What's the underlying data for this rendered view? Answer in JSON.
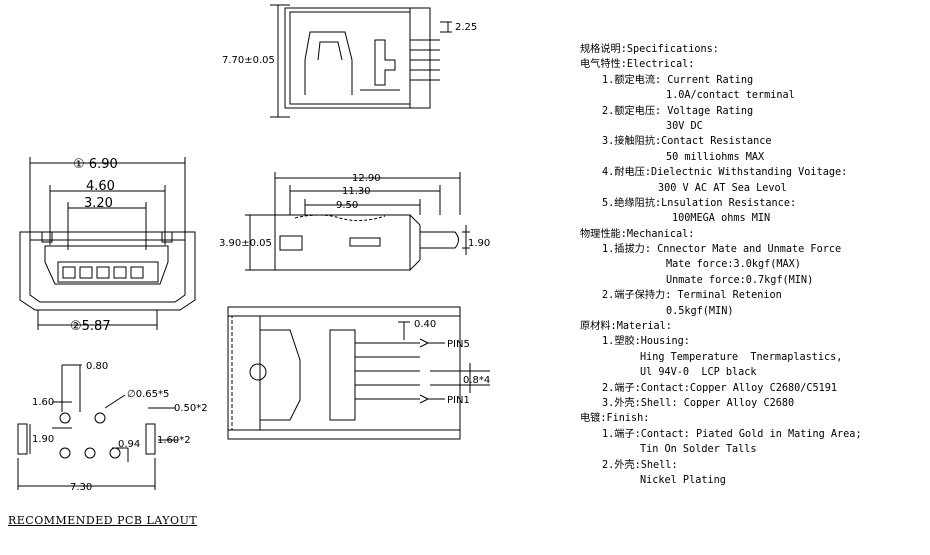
{
  "dimensions": {
    "top_height": "7.70±0.05",
    "top_pin": "2.25",
    "front_w1": "① 6.90",
    "front_w2": "4.60",
    "front_w3": "3.20",
    "front_w4": "②5.87",
    "side_l1": "12.90",
    "side_l2": "11.30",
    "side_l3": "9.50",
    "side_h": "3.90±0.05",
    "side_pin_h": "1.90",
    "bottom_pin_w": "0.40",
    "bottom_pitch": "0.8*4",
    "pin5": "PIN5",
    "pin1": "PIN1",
    "pcb_080": "0.80",
    "pcb_160": "1.60",
    "pcb_065": "∅0.65*5",
    "pcb_050": "0.50*2",
    "pcb_190": "1.90",
    "pcb_094": "0.94",
    "pcb_160b": "1.60*2",
    "pcb_730": "7.30"
  },
  "pcb_title": "RECOMMENDED PCB LAYOUT",
  "spec_lines": [
    {
      "cls": "",
      "text": "规格说明:Specifications:"
    },
    {
      "cls": "",
      "text": "电气特性:Electrical:"
    },
    {
      "cls": "i1",
      "text": "1.额定电流: Current Rating"
    },
    {
      "cls": "i2",
      "text": "1.0A/contact terminal"
    },
    {
      "cls": "i1",
      "text": "2.额定电压: Voltage Rating"
    },
    {
      "cls": "i2",
      "text": "30V DC"
    },
    {
      "cls": "i1",
      "text": "3.接触阻抗:Contact Resistance"
    },
    {
      "cls": "i2",
      "text": "50 milliohms MAX"
    },
    {
      "cls": "i1",
      "text": "4.耐电压:Dielectnic Withstanding Voitage:"
    },
    {
      "cls": "i3",
      "text": "300 V AC AT Sea Levol"
    },
    {
      "cls": "i1",
      "text": "5.绝缘阻抗:Lnsulation Resistance:"
    },
    {
      "cls": "i4",
      "text": "100MEGA ohms MIN"
    },
    {
      "cls": "",
      "text": "物理性能:Mechanical:"
    },
    {
      "cls": "i1",
      "text": "1.插拔力: Cnnector Mate and Unmate Force"
    },
    {
      "cls": "i2",
      "text": "Mate force:3.0kgf(MAX)"
    },
    {
      "cls": "i2",
      "text": "Unmate force:0.7kgf(MIN)"
    },
    {
      "cls": "i1",
      "text": "2.端子保持力: Terminal Retenion"
    },
    {
      "cls": "i2",
      "text": "0.5kgf(MIN)"
    },
    {
      "cls": "",
      "text": "原材料:Material:"
    },
    {
      "cls": "i1",
      "text": "1.塑胶:Housing:"
    },
    {
      "cls": "i5",
      "text": "Hing Temperature  Tnermaplastics,"
    },
    {
      "cls": "i5",
      "text": "Ul 94V-0  LCP black"
    },
    {
      "cls": "i1",
      "text": "2.端子:Contact:Copper Alloy C2680/C5191"
    },
    {
      "cls": "i1",
      "text": "3.外壳:Shell: Copper Alloy C2680"
    },
    {
      "cls": "",
      "text": "电镀:Finish:"
    },
    {
      "cls": "i1",
      "text": "1.端子:Contact: Piated Gold in Mating Area;"
    },
    {
      "cls": "i5",
      "text": "Tin On Solder Talls"
    },
    {
      "cls": "i1",
      "text": "2.外壳:Shell:"
    },
    {
      "cls": "i5",
      "text": "Nickel Plating"
    }
  ]
}
